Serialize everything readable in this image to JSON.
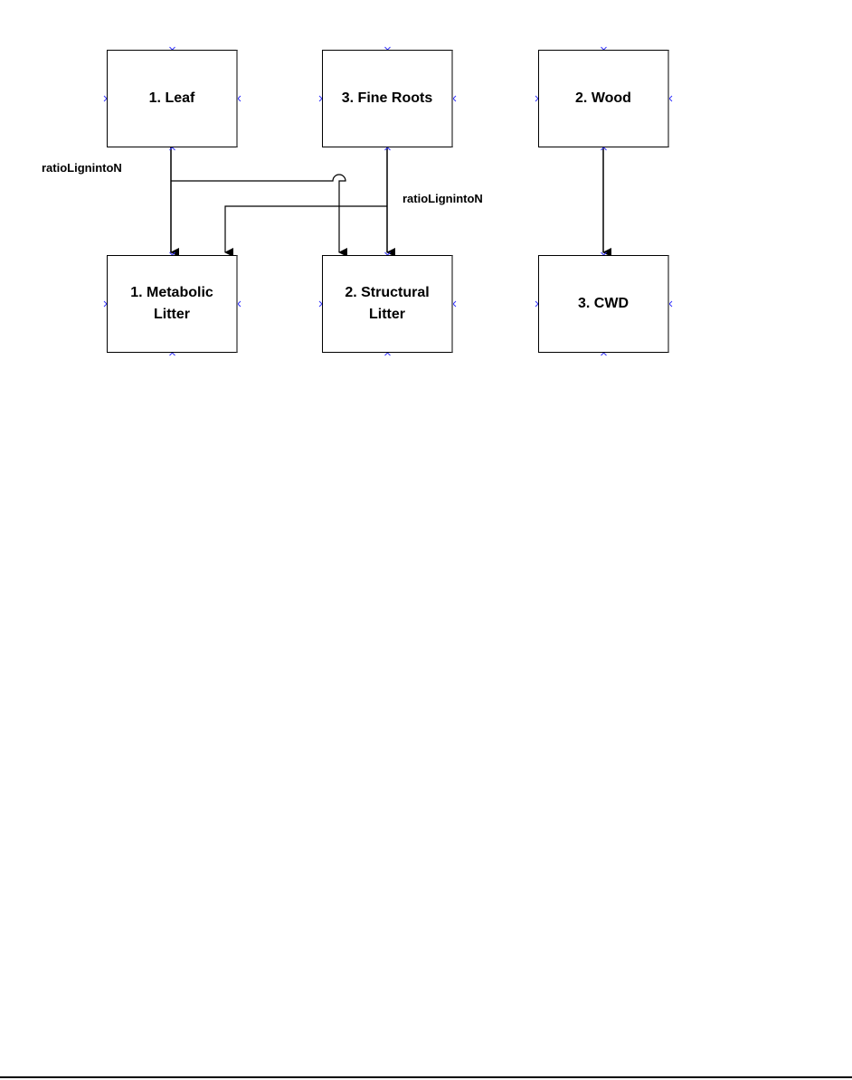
{
  "nodes": {
    "leaf": "1. Leaf",
    "fine_roots": "3. Fine Roots",
    "wood": "2. Wood",
    "metabolic_litter": [
      "1. Metabolic",
      "Litter"
    ],
    "structural_litter": [
      "2. Structural",
      "Litter"
    ],
    "cwd": "3. CWD"
  },
  "edge_labels": {
    "leaf_ratio": "ratioLignintoN",
    "roots_ratio": "ratioLignintoN"
  },
  "colors": {
    "line": "#000000",
    "box_shadow_edge": "#808080",
    "connection_point": "#3333ff"
  }
}
